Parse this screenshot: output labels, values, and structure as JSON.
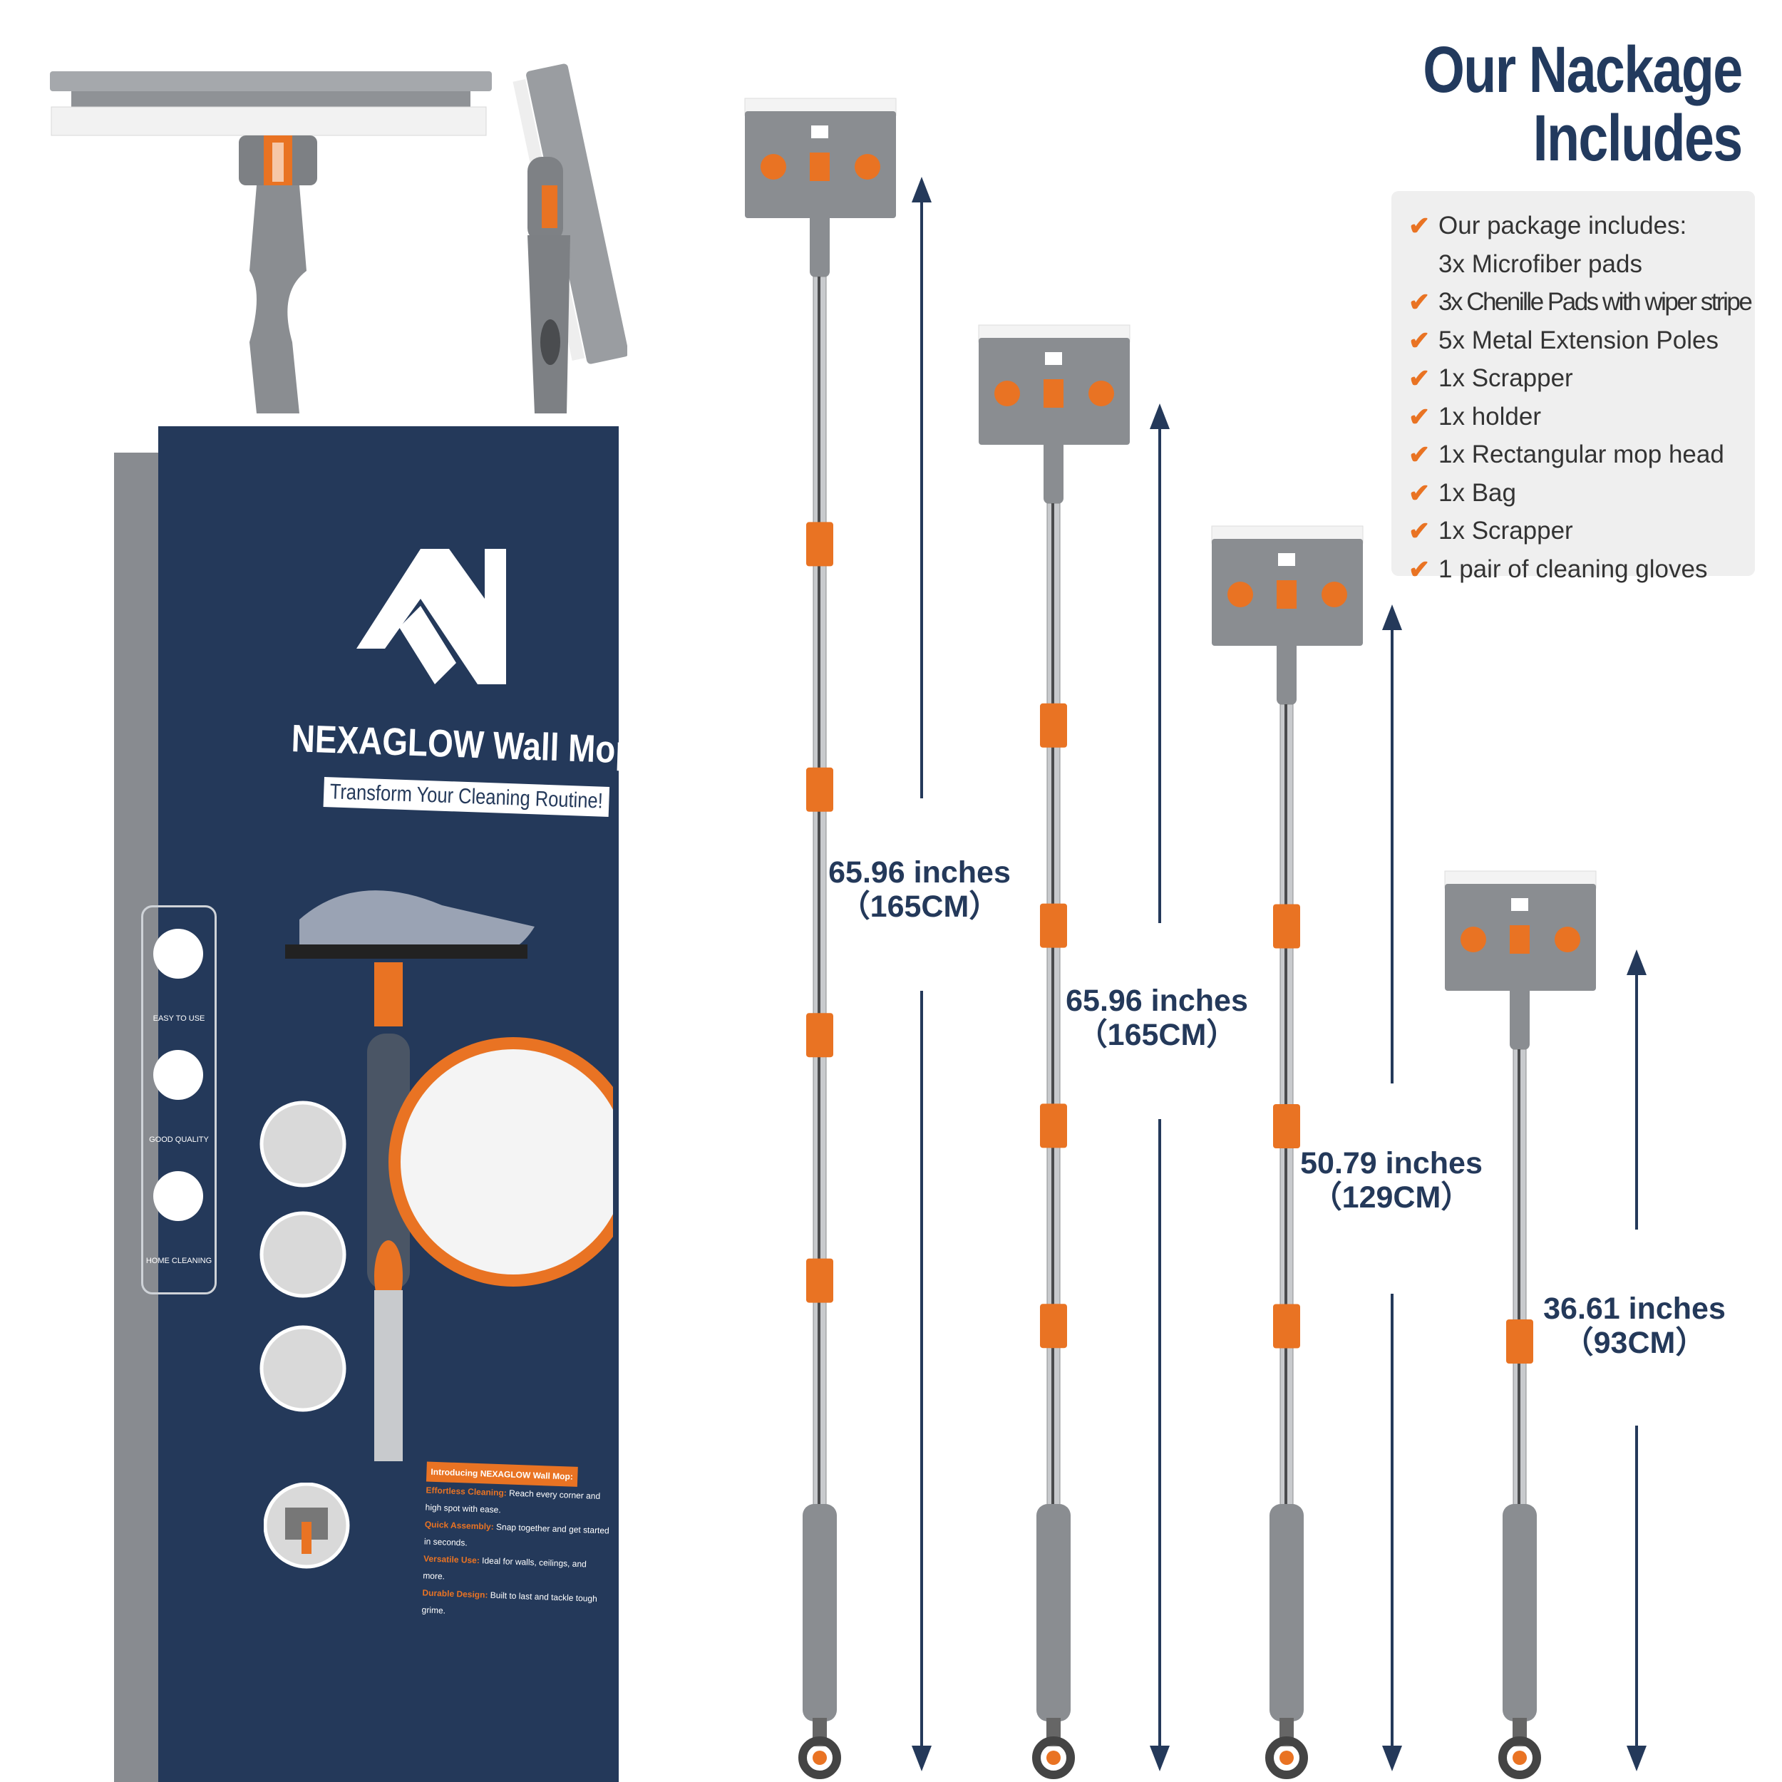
{
  "title": {
    "line1": "Our Nackage",
    "line2": "Includes"
  },
  "package": {
    "items": [
      {
        "text": "Our package includes:",
        "check": true
      },
      {
        "text": "3x Microfiber pads",
        "check": false
      },
      {
        "text": "3x Chenille Pads with wiper stripe",
        "check": true
      },
      {
        "text": "5x Metal Extension Poles",
        "check": true
      },
      {
        "text": "1x Scrapper",
        "check": true
      },
      {
        "text": "1x holder",
        "check": true
      },
      {
        "text": " 1x Rectangular mop head",
        "check": true
      },
      {
        "text": "1x Bag",
        "check": true
      },
      {
        "text": "1x Scrapper",
        "check": true
      },
      {
        "text": "1 pair of cleaning gloves",
        "check": true
      }
    ],
    "check_glyph": "✔"
  },
  "box": {
    "title": "NEXAGLOW Wall Mop",
    "subtitle": "Transform Your Cleaning Routine!",
    "badges": [
      "EASY TO USE",
      "GOOD QUALITY",
      "HOME CLEANING"
    ],
    "intro_heading": "Introducing NEXAGLOW Wall Mop:",
    "features": [
      {
        "key": "Effortless Cleaning:",
        "text": " Reach every corner and high spot with ease."
      },
      {
        "key": "Quick Assembly:",
        "text": " Snap together and get started in seconds."
      },
      {
        "key": "Versatile Use:",
        "text": " Ideal for walls, ceilings, and more."
      },
      {
        "key": "Durable Design:",
        "text": " Built to last and tackle tough grime."
      }
    ]
  },
  "measurements": [
    {
      "inches": "65.96 inches",
      "cm": "（165CM）"
    },
    {
      "inches": "65.96 inches",
      "cm": "（165CM）"
    },
    {
      "inches": "50.79 inches",
      "cm": "（129CM）"
    },
    {
      "inches": "36.61 inches",
      "cm": "（93CM）"
    }
  ],
  "colors": {
    "navy": "#24395a",
    "orange": "#e97323",
    "gray": "#8a8d91",
    "steel": "#c8cacd"
  }
}
